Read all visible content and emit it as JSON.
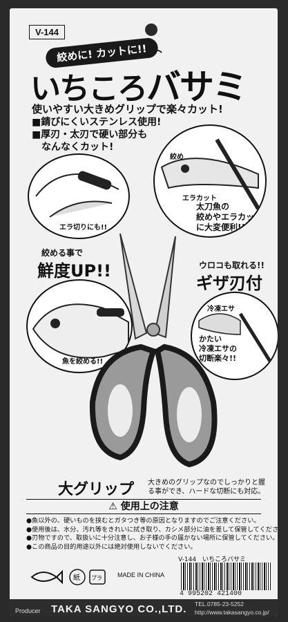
{
  "package": {
    "model": "V-144",
    "tagline": "絞めに! カットに!!",
    "title_a": "いちころ",
    "title_b": "バサミ",
    "description": "使いやすい大きめグリップで楽々カット!",
    "features": [
      "■錆びにくいステンレス使用!",
      "■厚刃・太刃で硬い部分も",
      "なんなくカット!"
    ]
  },
  "illustrations": {
    "gill_label": "エラ切りにも!!",
    "fish_labels": {
      "shime": "絞め",
      "eracut": "エラカット"
    },
    "tachiuo_text": [
      "太刀魚の",
      "絞めやエラカット",
      "に大変便利!!"
    ],
    "freshness_small": "絞める事で",
    "freshness_big": "鮮度UP!!",
    "scales_small": "ウロコも取れる!!",
    "serrated_big": "ギザ刃付",
    "squeeze_label": "魚を絞める!!",
    "frozen_bait_label": "冷凍エサ",
    "frozen_text": [
      "かたい",
      "冷凍エサの",
      "切断楽々!!"
    ]
  },
  "grip": {
    "label": "大グリップ",
    "description": "大きめのグリップなのでしっかりと握る事ができ、ハードな切断にも対応。"
  },
  "caution": {
    "heading": "⚠ 使用上の注意",
    "items": [
      "●魚以外の、硬いものを挟むとガタつき等の原因となりますのでご注意ください。",
      "●使用後は、水分、汚れ等をきれいに拭き取り、カシメ部分に油を差して保管してください。",
      "●刃物ですので、取扱いに十分注意し、お子様の手の届かない場所に保管してください。",
      "●この商品の目的用途以外には絶対使用しないでください。"
    ]
  },
  "labels": {
    "made_in": "MADE IN CHINA",
    "product_code": "V-144　いちころバサミ",
    "barcode_number": "4 995202 421400",
    "mark_paper": "紙",
    "mark_plastic": "プラ"
  },
  "footer": {
    "producer_label": "Producer",
    "company": "TAKA SANGYO CO.,LTD.",
    "tel": "TEL.0785-23-5252",
    "url": "http://www.takasangyo.co.jp/"
  },
  "colors": {
    "grip_gray": "#9a9a9a",
    "grip_dark": "#1a1a1a",
    "card_bg": "#f1f1f1"
  }
}
